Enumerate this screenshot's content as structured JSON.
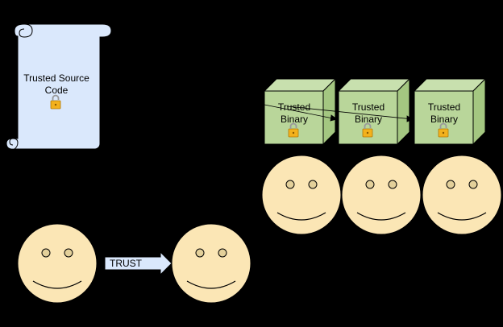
{
  "source_code": {
    "line1": "Trusted Source",
    "line2": "Code",
    "icon": "lock-icon"
  },
  "binaries": [
    {
      "line1": "Trusted",
      "line2": "Binary",
      "icon": "lock-icon"
    },
    {
      "line1": "Trusted",
      "line2": "Binary",
      "icon": "lock-icon"
    },
    {
      "line1": "Trusted",
      "line2": "Binary",
      "icon": "lock-icon"
    }
  ],
  "trust_arrow": {
    "label": "TRUST"
  },
  "colors": {
    "background": "#000000",
    "scroll_fill": "#dae8fc",
    "cube_front": "#b9d69a",
    "cube_side": "#a4c781",
    "face_fill": "#fbe6b5",
    "eye_fill": "#e3d09a",
    "arrow_fill": "#dae8fc"
  }
}
